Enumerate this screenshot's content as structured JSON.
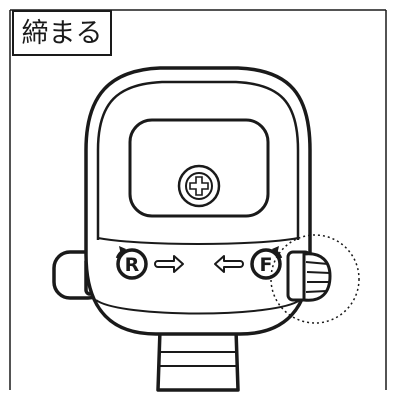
{
  "title_label": "締まる",
  "markers": {
    "left_letter": "R",
    "right_letter": "F"
  }
}
